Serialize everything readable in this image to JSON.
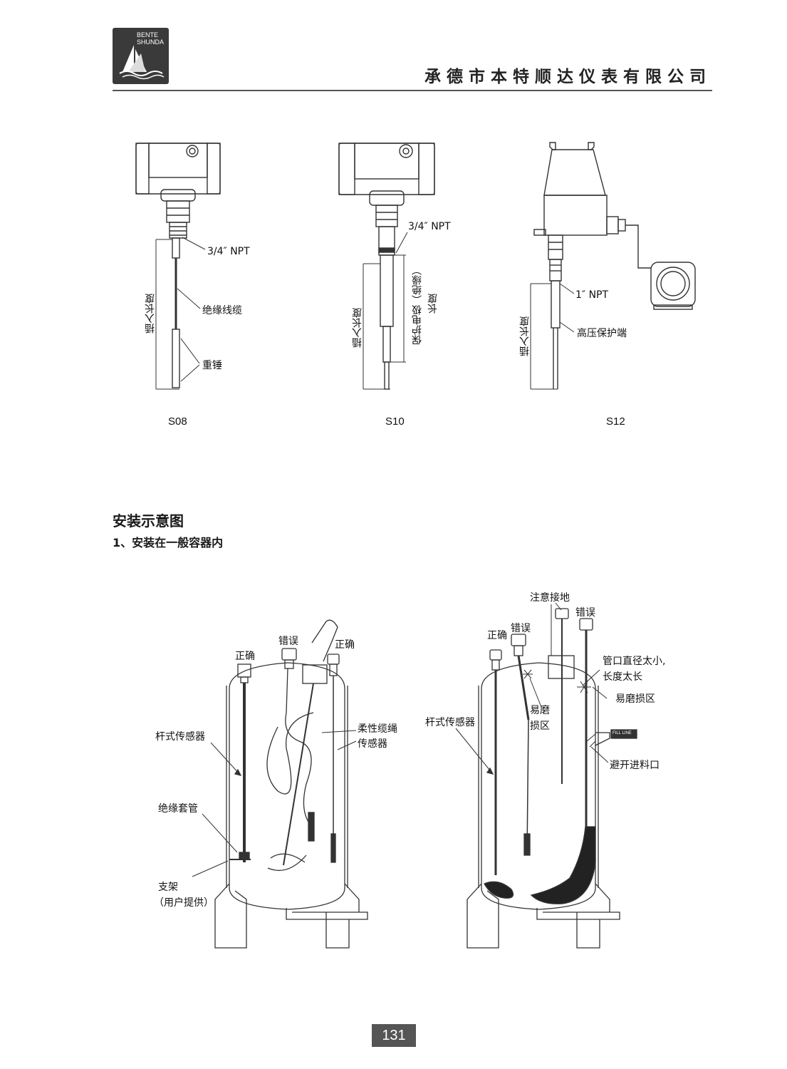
{
  "header": {
    "logo_line1": "BENTE",
    "logo_line2": "SHUNDA",
    "company": "承德市本特顺达仪表有限公司"
  },
  "models": {
    "s08": {
      "name": "S08",
      "thread": "3/4″ NPT",
      "insert_len": "插入长度",
      "cable": "绝缘线缆",
      "weight": "重锤"
    },
    "s10": {
      "name": "S10",
      "thread": "3/4″ NPT",
      "insert_len": "插入长度",
      "electrode_a": "保护电极（绝缘）",
      "electrode_b": "长度"
    },
    "s12": {
      "name": "S12",
      "thread": "1″ NPT",
      "insert_len": "插入长度",
      "hv_end": "高压保护端"
    }
  },
  "section": {
    "title": "安装示意图",
    "subtitle": "1、安装在一般容器内"
  },
  "diagram_left": {
    "correct_1": "正确",
    "wrong": "错误",
    "correct_2": "正确",
    "rod_sensor": "杆式传感器",
    "flex_sensor_a": "柔性缆绳",
    "flex_sensor_b": "传感器",
    "sleeve": "绝缘套管",
    "bracket_a": "支架",
    "bracket_b": "（用户提供）"
  },
  "diagram_right": {
    "ground": "注意接地",
    "wrong_top": "错误",
    "correct": "正确",
    "wrong": "错误",
    "pipe_a": "管口直径太小,",
    "pipe_b": "长度太长",
    "wear_zone_right": "易磨损区",
    "wear_a": "易磨",
    "wear_b": "损区",
    "rod_sensor": "杆式传感器",
    "avoid_inlet": "避开进料口",
    "fill_line": "FILL LINE"
  },
  "page_number": "131"
}
